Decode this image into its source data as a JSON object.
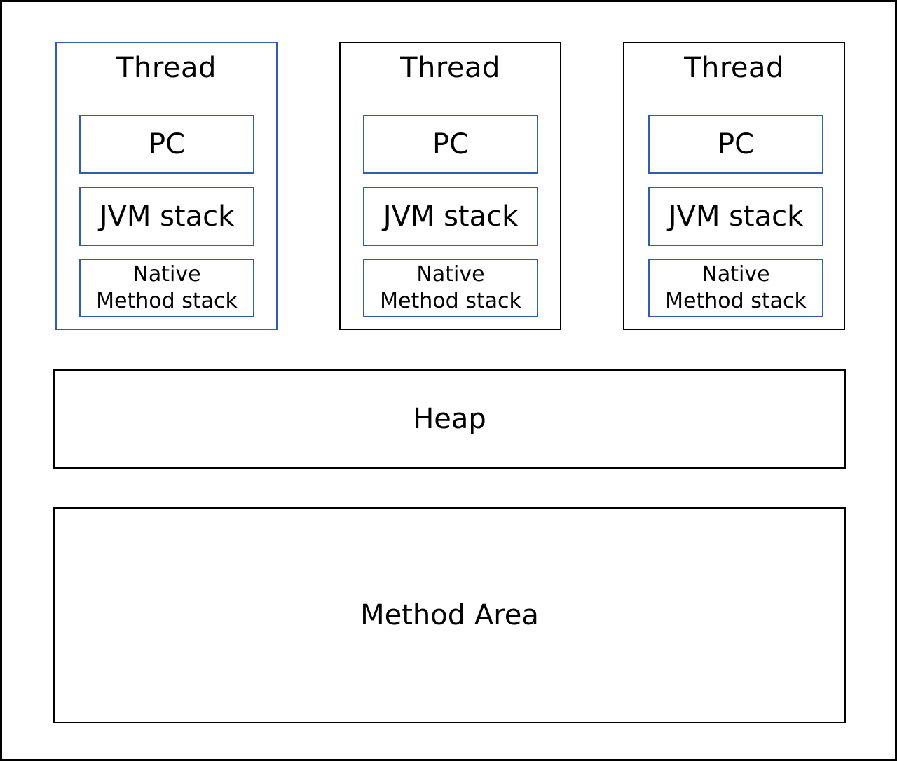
{
  "threads": [
    {
      "title": "Thread",
      "pc": "PC",
      "jvm_stack": "JVM stack",
      "native_line1": "Native",
      "native_line2": "Method stack"
    },
    {
      "title": "Thread",
      "pc": "PC",
      "jvm_stack": "JVM stack",
      "native_line1": "Native",
      "native_line2": "Method stack"
    },
    {
      "title": "Thread",
      "pc": "PC",
      "jvm_stack": "JVM stack",
      "native_line1": "Native",
      "native_line2": "Method stack"
    }
  ],
  "heap": {
    "label": "Heap"
  },
  "method_area": {
    "label": "Method Area"
  },
  "colors": {
    "inner_border": "#2e5fa8",
    "selected_thread_border": "#2e5fa8",
    "default_border": "#000000"
  }
}
